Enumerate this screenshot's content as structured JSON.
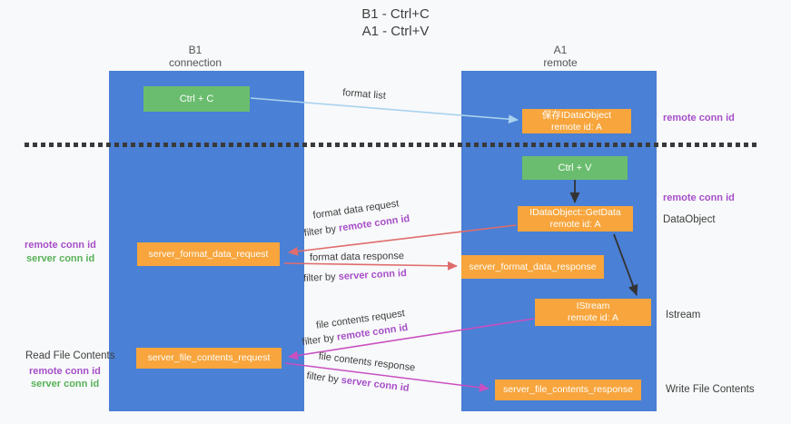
{
  "title": {
    "line1": "B1 - Ctrl+C",
    "line2": "A1 - Ctrl+V"
  },
  "columns": {
    "left": {
      "name": "B1",
      "role": "connection"
    },
    "right": {
      "name": "A1",
      "role": "remote"
    }
  },
  "nodes": {
    "ctrl_c": "Ctrl + C",
    "ctrl_v": "Ctrl + V",
    "save_dataobject_line1": "保存IDataObject",
    "save_dataobject_line2": "remote id: A",
    "getdata_line1": "IDataObject::GetData",
    "getdata_line2": "remote id: A",
    "istream_line1": "IStream",
    "istream_line2": "remote id: A",
    "format_request": "server_format_data_request",
    "format_response": "server_format_data_response",
    "file_request": "server_file_contents_request",
    "file_response": "server_file_contents_response"
  },
  "arrow_labels": {
    "format_list": "format list",
    "format_data_request": "format data request",
    "format_data_response": "format data response",
    "file_contents_request": "file contents request",
    "file_contents_response": "file contents response",
    "filter_by": "filter by ",
    "remote_conn_id": "remote conn id",
    "server_conn_id": "server conn id"
  },
  "side_labels": {
    "left_mid_remote": "remote conn id",
    "left_mid_server": "server conn id",
    "read_file_contents": "Read File Contents",
    "left_bottom_remote": "remote conn id",
    "left_bottom_server": "server conn id",
    "right_top_remote": "remote conn id",
    "right_mid_remote": "remote conn id",
    "dataobject": "DataObject",
    "istream": "Istream",
    "write_file_contents": "Write File Contents"
  },
  "colors": {
    "column_blue": "#4a80d5",
    "node_orange": "#f7a53c",
    "node_green": "#6abd6e",
    "arrow_blue": "#a9d2ee",
    "arrow_red": "#e06c6c",
    "arrow_pink": "#c94fc0",
    "arrow_black": "#333333",
    "text_purple": "#a64fc8",
    "text_green": "#58b158"
  }
}
